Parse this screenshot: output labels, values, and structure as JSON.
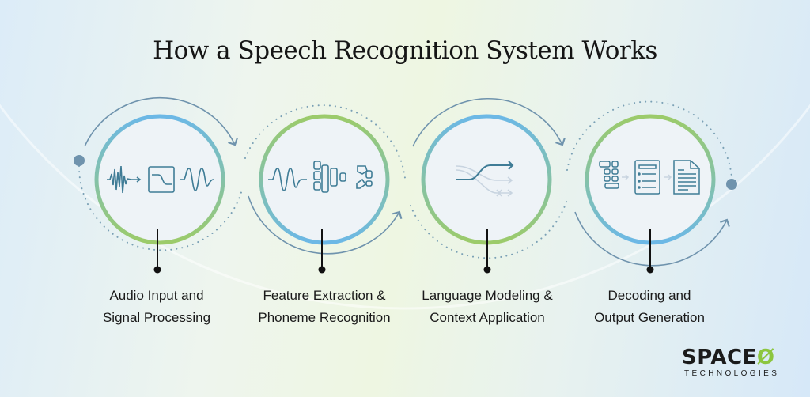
{
  "title": "How a Speech Recognition System Works",
  "steps": [
    {
      "label_line1": "Audio Input and",
      "label_line2": "Signal Processing",
      "icon": "waveform-filter-icon"
    },
    {
      "label_line1": "Feature Extraction &",
      "label_line2": "Phoneme Recognition",
      "icon": "feature-blocks-icon"
    },
    {
      "label_line1": "Language Modeling &",
      "label_line2": "Context Application",
      "icon": "path-selection-icon"
    },
    {
      "label_line1": "Decoding and",
      "label_line2": "Output Generation",
      "icon": "document-output-icon"
    }
  ],
  "logo": {
    "name": "SPACE",
    "mark": "Ø",
    "subtitle": "TECHNOLOGIES"
  },
  "colors": {
    "blue": "#6cb8e6",
    "green": "#9ccb6a",
    "icon": "#3f7c96",
    "arc": "#6f93ad"
  }
}
